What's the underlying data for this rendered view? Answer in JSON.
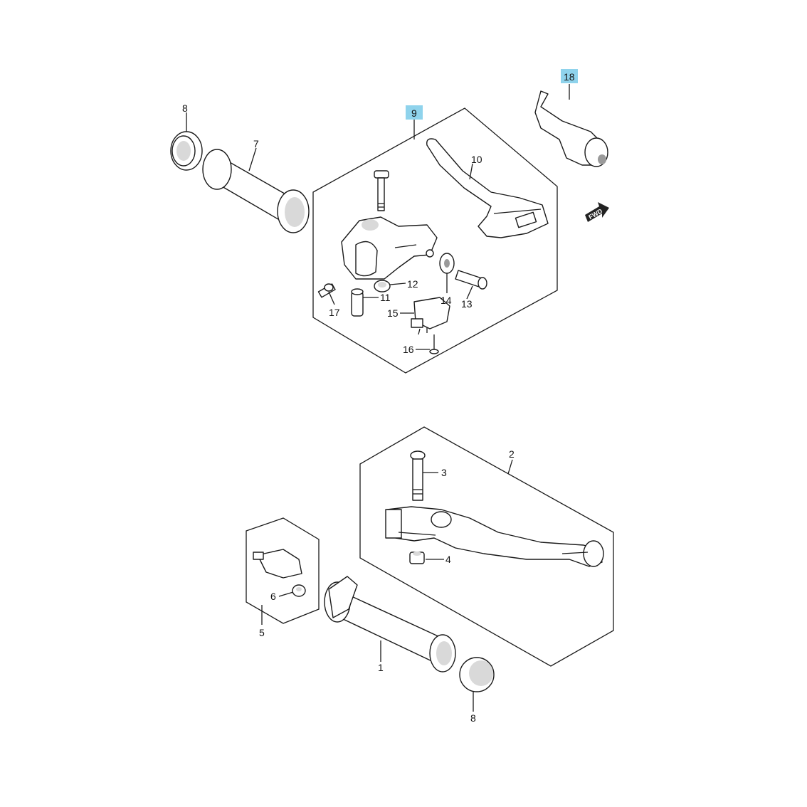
{
  "highlight_color": "#8fd3ec",
  "callouts": {
    "p1": "1",
    "p2": "2",
    "p3": "3",
    "p4": "4",
    "p5": "5",
    "p6": "6",
    "p7": "7",
    "p8_top": "8",
    "p8_bottom": "8",
    "p9": "9",
    "p10": "10",
    "p11": "11",
    "p12": "12",
    "p13": "13",
    "p14": "14",
    "p15": "15",
    "p16": "16",
    "p17": "17",
    "p18": "18"
  },
  "highlighted_parts": [
    "9",
    "18"
  ],
  "direction_marker": {
    "text": "FWD",
    "icon": "forward-arrow-icon"
  }
}
